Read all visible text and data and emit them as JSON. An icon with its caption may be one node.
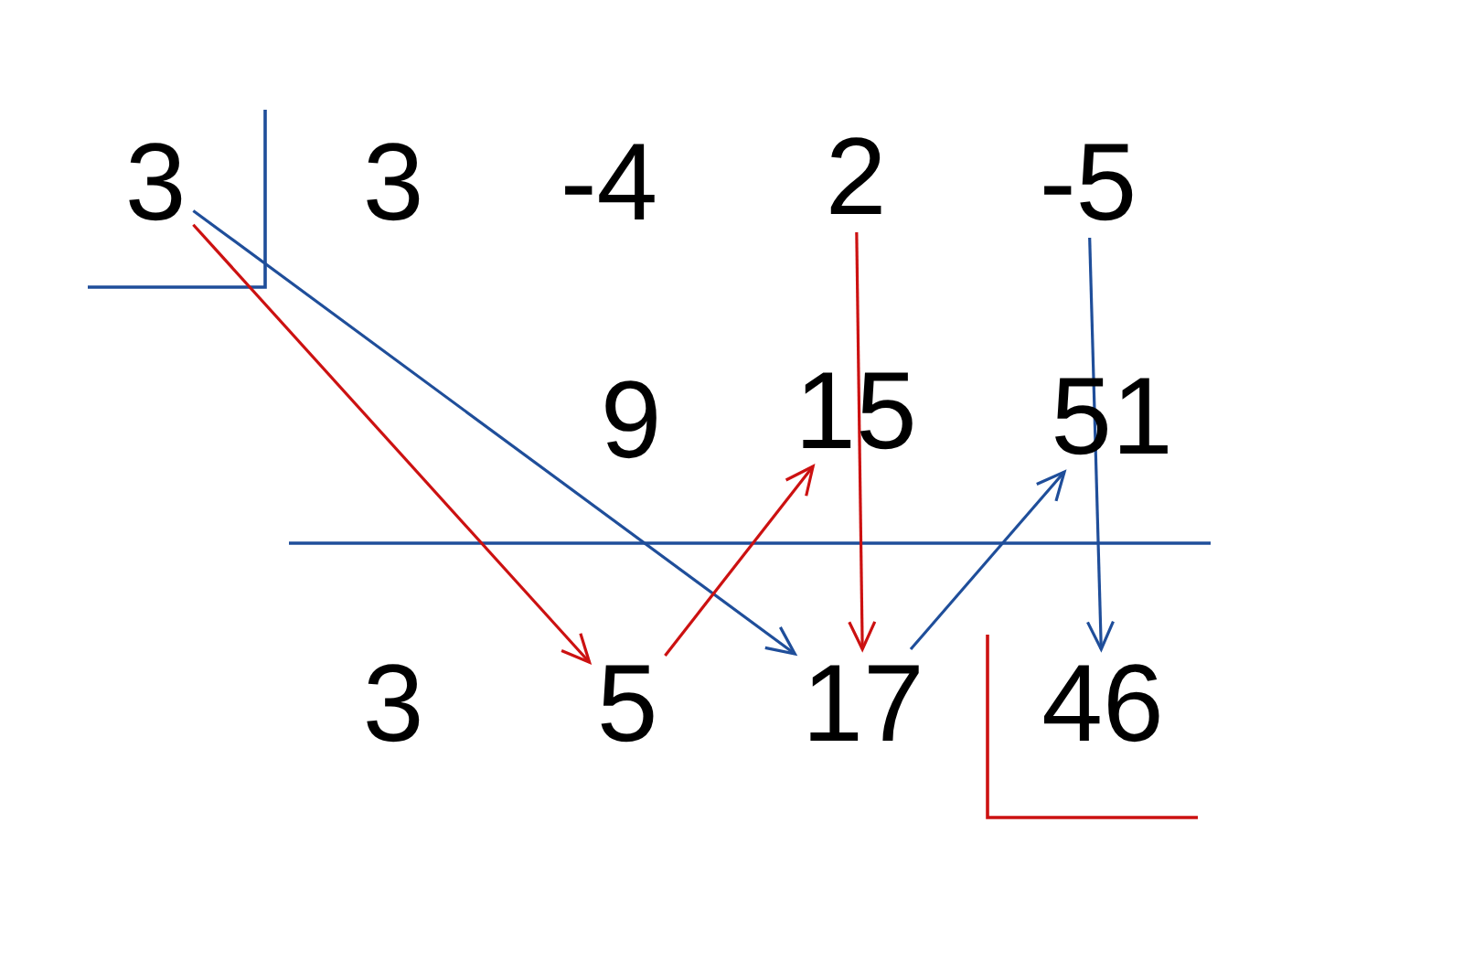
{
  "diagram": {
    "nodes": [
      {
        "text": [
          "3"
        ]
      },
      {
        "text": [
          "3"
        ]
      },
      {
        "text": [
          "-4"
        ]
      },
      {
        "text": [
          "2"
        ]
      },
      {
        "text": [
          "-5"
        ]
      },
      {
        "text": [
          "9"
        ]
      },
      {
        "text": [
          "15"
        ]
      },
      {
        "text": [
          "51"
        ]
      },
      {
        "text": [
          "3"
        ]
      },
      {
        "text": [
          "5"
        ]
      },
      {
        "text": [
          "17"
        ]
      },
      {
        "text": [
          "46"
        ]
      }
    ],
    "edges": [
      {
        "from": 0,
        "to": 9,
        "arrow": "to",
        "color": "#cc1111"
      },
      {
        "from": 0,
        "to": 10,
        "arrow": "to",
        "color": "#1f4e9a"
      },
      {
        "from": 9,
        "to": 6,
        "arrow": "to",
        "color": "#cc1111"
      },
      {
        "from": 3,
        "to": 10,
        "arrow": "to",
        "color": "#cc1111"
      },
      {
        "from": 10,
        "to": 7,
        "arrow": "to",
        "color": "#1f4e9a"
      },
      {
        "from": 4,
        "to": 11,
        "arrow": "to",
        "color": "#1f4e9a"
      }
    ]
  }
}
